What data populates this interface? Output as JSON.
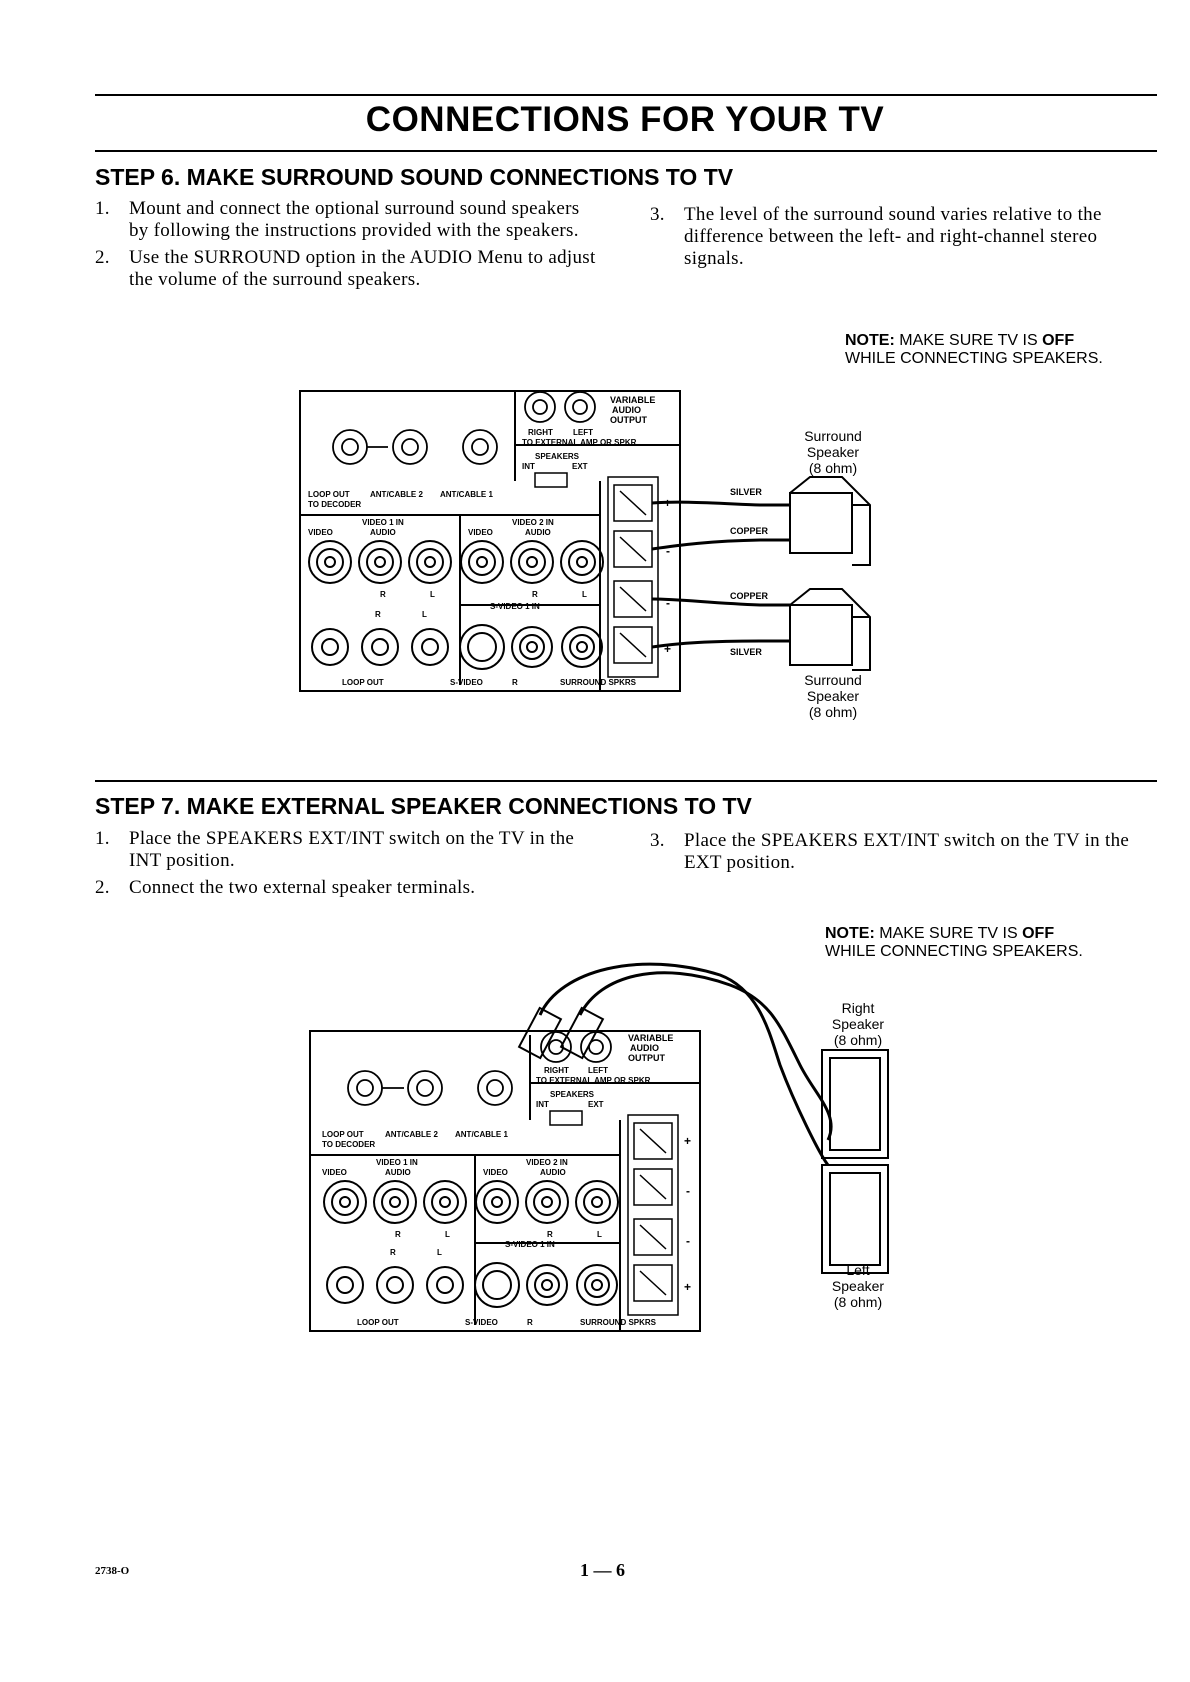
{
  "page_title": "CONNECTIONS FOR YOUR TV",
  "step6": {
    "heading": "STEP 6. MAKE SURROUND SOUND CONNECTIONS TO TV",
    "items_left": [
      {
        "num": "1.",
        "text": "Mount and connect the optional surround sound speakers by following the instructions provided with the speakers."
      },
      {
        "num": "2.",
        "text": "Use the SURROUND option in the AUDIO Menu to adjust the volume of the surround speakers."
      }
    ],
    "items_right": [
      {
        "num": "3.",
        "text": "The level of the surround sound varies relative to the difference between the left- and right-channel stereo signals."
      }
    ],
    "note": {
      "label": "NOTE:",
      "pre": "MAKE SURE TV IS",
      "emph": "OFF",
      "line2": "WHILE CONNECTING SPEAKERS."
    },
    "speaker_top": {
      "l1": "Surround",
      "l2": "Speaker",
      "l3": "(8 ohm)"
    },
    "speaker_bottom": {
      "l1": "Surround",
      "l2": "Speaker",
      "l3": "(8 ohm)"
    },
    "wires": {
      "silver": "SILVER",
      "copper": "COPPER"
    }
  },
  "step7": {
    "heading": "STEP 7. MAKE EXTERNAL SPEAKER CONNECTIONS TO TV",
    "items_left": [
      {
        "num": "1.",
        "text": "Place the SPEAKERS EXT/INT switch on the TV in the INT position."
      },
      {
        "num": "2.",
        "text": "Connect the two external speaker terminals."
      }
    ],
    "items_right": [
      {
        "num": "3.",
        "text": "Place the SPEAKERS EXT/INT switch on the TV in the EXT position."
      }
    ],
    "note": {
      "label": "NOTE:",
      "pre": "MAKE SURE TV IS",
      "emph": "OFF",
      "line2": "WHILE CONNECTING SPEAKERS."
    },
    "speaker_right": {
      "l1": "Right",
      "l2": "Speaker",
      "l3": "(8 ohm)"
    },
    "speaker_left": {
      "l1": "Left",
      "l2": "Speaker",
      "l3": "(8 ohm)"
    }
  },
  "panel_labels": {
    "variable": "VARIABLE",
    "audio": "AUDIO",
    "output": "OUTPUT",
    "right": "RIGHT",
    "left": "LEFT",
    "to_ext_amp": "TO EXTERNAL AMP OR SPKR",
    "speakers": "SPEAKERS",
    "int": "INT",
    "ext": "EXT",
    "loop_out_top": "LOOP OUT",
    "ant_cable2": "ANT/CABLE 2",
    "ant_cable1": "ANT/CABLE 1",
    "to_decoder": "TO DECODER",
    "video1_in": "VIDEO 1 IN",
    "video2_in": "VIDEO 2 IN",
    "video": "VIDEO",
    "audio_group": "AUDIO",
    "r": "R",
    "l": "L",
    "svideo1_in": "S-VIDEO 1 IN",
    "loop_out": "LOOP OUT",
    "s_video": "S-VIDEO",
    "surround_spkrs": "SURROUND SPKRS",
    "plus": "+",
    "minus": "-"
  },
  "footer": {
    "code": "2738-O",
    "page": "1 — 6"
  }
}
